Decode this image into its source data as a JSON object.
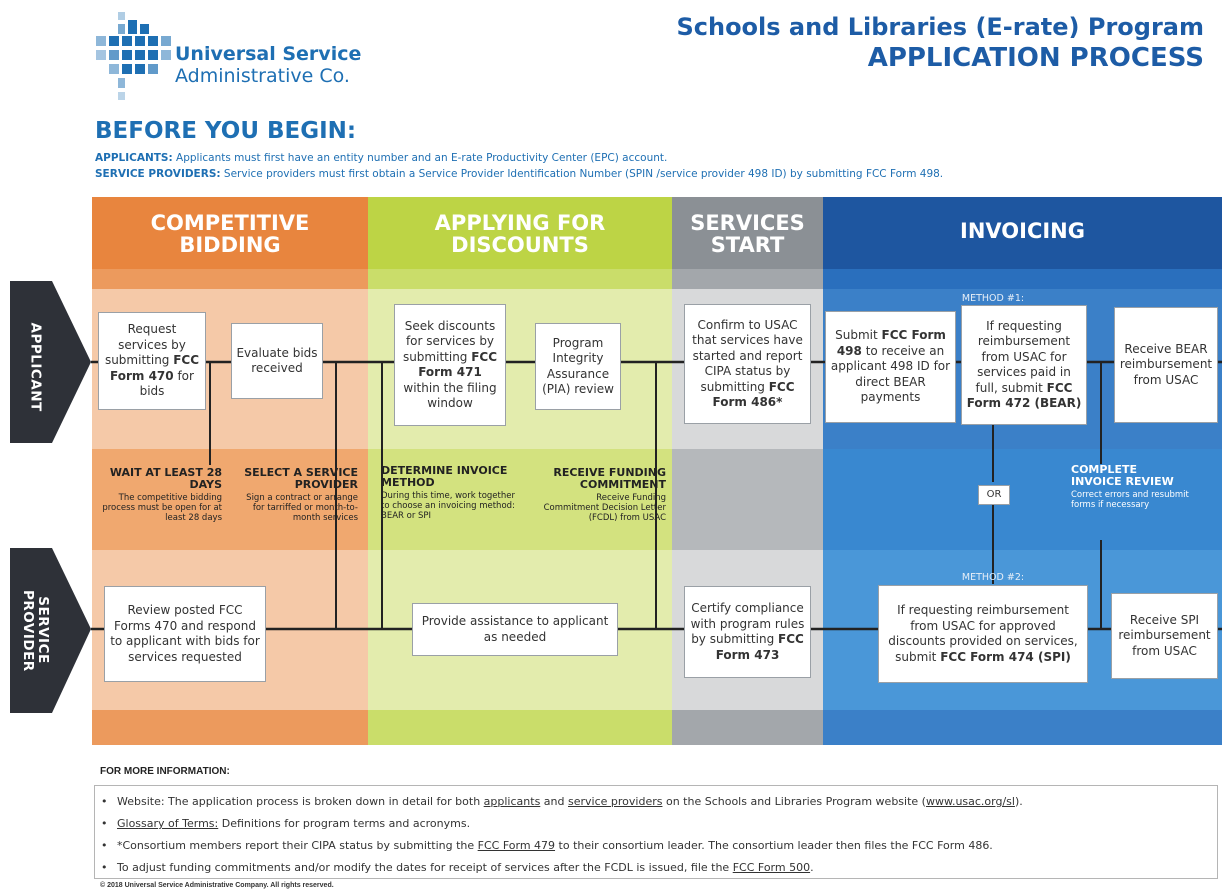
{
  "header": {
    "org_line1": "Universal Service",
    "org_line2": "Administrative Co.",
    "title_line1": "Schools and Libraries (E-rate) Program",
    "title_line2": "APPLICATION PROCESS"
  },
  "before": {
    "title": "BEFORE YOU BEGIN:",
    "applicants_label": "APPLICANTS:",
    "applicants_text": " Applicants must first have an entity number and an E-rate Productivity Center (EPC) account.",
    "providers_label": "SERVICE PROVIDERS:",
    "providers_text": " Service providers must first obtain a Service Provider Identification Number (SPIN /service provider 498 ID) by submitting FCC Form 498."
  },
  "columns": [
    {
      "line1": "COMPETITIVE",
      "line2": "BIDDING",
      "color": "#e8853e"
    },
    {
      "line1": "APPLYING FOR",
      "line2": "DISCOUNTS",
      "color": "#bdd445"
    },
    {
      "line1": "SERVICES",
      "line2": "START",
      "color": "#8b9095"
    },
    {
      "line1": "INVOICING",
      "line2": "",
      "color": "#1e56a0"
    }
  ],
  "roles": {
    "applicant": "APPLICANT",
    "provider_line1": "SERVICE",
    "provider_line2": "PROVIDER"
  },
  "boxes": {
    "request": {
      "pre": "Request services by submitting ",
      "bold": "FCC Form 470",
      "post": " for bids"
    },
    "evaluate": {
      "text": "Evaluate bids received"
    },
    "seek": {
      "pre": "Seek discounts for services by submitting ",
      "bold": "FCC Form 471",
      "post": " within the filing window"
    },
    "pia": {
      "text": "Program Integrity Assurance (PIA) review"
    },
    "confirm": {
      "pre": "Confirm to USAC that services have started and report CIPA status by submitting ",
      "bold": "FCC Form 486*",
      "post": ""
    },
    "submit498": {
      "pre": "Submit ",
      "bold1": "FCC Form 498",
      "mid": " to receive an applicant 498 ID for direct BEAR payments"
    },
    "bear_request": {
      "pre": "If requesting reimbursement from USAC for services paid in full, submit ",
      "bold": "FCC Form 472 (BEAR)"
    },
    "receive_bear": {
      "text": "Receive BEAR reimbursement from USAC"
    },
    "review470": {
      "text": "Review posted FCC Forms 470 and respond to applicant with bids for services requested"
    },
    "assist": {
      "text": "Provide assistance to applicant as needed"
    },
    "certify": {
      "pre": "Certify compliance with program rules by submitting ",
      "bold": "FCC Form 473"
    },
    "spi_request": {
      "pre": "If requesting reimbursement from USAC for approved discounts provided on services, submit ",
      "bold": "FCC Form 474 (SPI)"
    },
    "receive_spi": {
      "text": "Receive SPI reimbursement from USAC"
    },
    "or": {
      "text": "OR"
    }
  },
  "methods": {
    "m1": "METHOD #1:",
    "m2": "METHOD #2:"
  },
  "notes": {
    "wait_h": "WAIT AT LEAST 28 DAYS",
    "wait_t": "The competitive bidding process must be open for at least 28 days",
    "select_h": "SELECT A SERVICE PROVIDER",
    "select_t": "Sign a contract or arrange for tarriffed or month-to-month services",
    "determine_h": "DETERMINE INVOICE METHOD",
    "determine_t": "During this time, work together to choose an invoicing method: BEAR or SPI",
    "funding_h": "RECEIVE FUNDING COMMITMENT",
    "funding_t": "Receive Funding Commitment Decision Letter (FCDL) from USAC",
    "complete_h": "COMPLETE INVOICE REVIEW",
    "complete_t": "Correct errors and resubmit forms if necessary"
  },
  "more": {
    "heading": "FOR MORE INFORMATION:",
    "b1_a": "Website: The application process is broken down in detail for both ",
    "b1_link1": "applicants",
    "b1_b": " and ",
    "b1_link2": "service providers",
    "b1_c": " on the Schools and Libraries Program website (",
    "b1_link3": "www.usac.org/sl",
    "b1_d": ").",
    "b2_link": "Glossary of Terms:",
    "b2_text": " Definitions for program terms and acronyms.",
    "b3_a": "*Consortium members report their CIPA status by submitting the ",
    "b3_link": "FCC Form 479",
    "b3_b": " to their consortium leader. The consortium leader then files the FCC Form 486.",
    "b4_a": "To adjust funding commitments and/or modify the dates for receipt of services after the FCDL is issued, file the ",
    "b4_link": "FCC Form 500",
    "b4_b": "."
  },
  "copyright": "© 2018 Universal Service Administrative Company. All rights reserved."
}
